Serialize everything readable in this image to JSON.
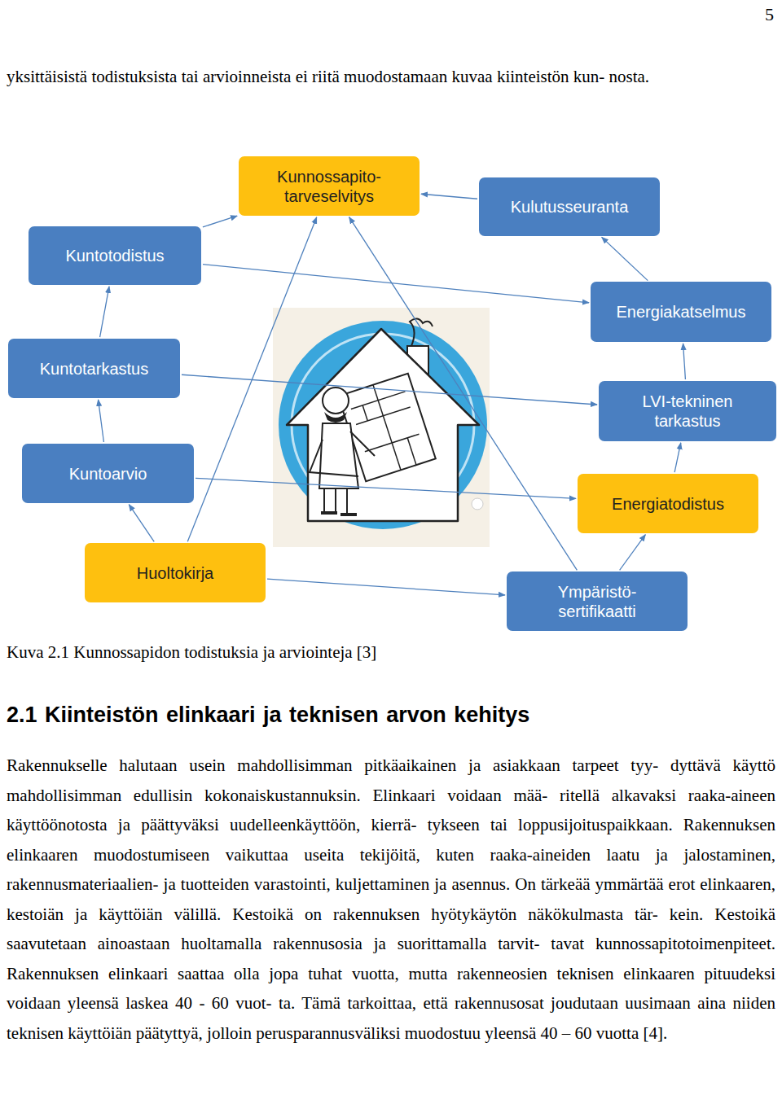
{
  "diagram": {
    "caption": "Kuva 2.1 Kunnossapidon todistuksia ja arviointeja [3]",
    "nodes": [
      {
        "text": [
          "Kunnossapito- tarveselvitys"
        ]
      },
      {
        "text": [
          "Kulutusseuranta"
        ]
      },
      {
        "text": [
          "Kuntotodistus"
        ]
      },
      {
        "text": [
          "Energiakatselmus"
        ]
      },
      {
        "text": [
          "Kuntotarkastus"
        ]
      },
      {
        "text": [
          "LVI-tekninen tarkastus"
        ]
      },
      {
        "text": [
          "Kuntoarvio"
        ]
      },
      {
        "text": [
          "Energiatodistus"
        ]
      },
      {
        "text": [
          "Huoltokirja"
        ]
      },
      {
        "text": [
          "Ympäristö- sertifikaatti"
        ]
      }
    ],
    "edges": [
      {
        "from": 2,
        "to": 0,
        "arrow": "to"
      },
      {
        "from": 1,
        "to": 0,
        "arrow": "to"
      },
      {
        "from": 3,
        "to": 1,
        "arrow": "to"
      },
      {
        "from": 4,
        "to": 2,
        "arrow": "to"
      },
      {
        "from": 6,
        "to": 4,
        "arrow": "to"
      },
      {
        "from": 8,
        "to": 6,
        "arrow": "to"
      },
      {
        "from": 5,
        "to": 3,
        "arrow": "to"
      },
      {
        "from": 7,
        "to": 5,
        "arrow": "to"
      },
      {
        "from": 9,
        "to": 7,
        "arrow": "to"
      },
      {
        "from": 2,
        "to": 3,
        "arrow": "to"
      },
      {
        "from": 4,
        "to": 5,
        "arrow": "to"
      },
      {
        "from": 6,
        "to": 7,
        "arrow": "to"
      },
      {
        "from": 8,
        "to": 9,
        "arrow": "to"
      },
      {
        "from": 8,
        "to": 0,
        "arrow": "to"
      },
      {
        "from": 9,
        "to": 0,
        "arrow": "to"
      }
    ],
    "labels": [
      "5",
      "yksittäisistä todistuksista tai arvioinneista ei riitä muodostamaan kuvaa kiinteistön kun- nosta.",
      "2.1 Kiinteistön elinkaari ja teknisen arvon kehitys",
      "Rakennukselle halutaan usein mahdollisimman pitkäaikainen ja asiakkaan tarpeet tyy- dyttävä käyttö mahdollisimman edullisin kokonaiskustannuksin. Elinkaari voidaan mää- ritellä alkavaksi raaka-aineen käyttöönotosta ja päättyväksi uudelleenkäyttöön, kierrä- tykseen tai loppusijoituspaikkaan. Rakennuksen elinkaaren muodostumiseen vaikuttaa useita tekijöitä, kuten raaka-aineiden laatu ja jalostaminen, rakennusmateriaalien- ja tuotteiden varastointi, kuljettaminen ja asennus. On tärkeää ymmärtää erot elinkaaren, kestoiän ja käyttöiän välillä. Kestoikä on rakennuksen hyötykäytön näkökulmasta tär- kein. Kestoikä saavutetaan ainoastaan huoltamalla rakennusosia ja suorittamalla tarvit- tavat kunnossapitotoimenpiteet. Rakennuksen elinkaari saattaa olla jopa tuhat vuotta, mutta rakenneosien teknisen elinkaaren pituudeksi voidaan yleensä laskea 40 - 60 vuot- ta. Tämä tarkoittaa, että rakennusosat joudutaan uusimaan aina niiden teknisen käyttöiän päätyttyä, jolloin perusparannusväliksi muodostuu yleensä 40 – 60 vuotta [4]."
    ]
  }
}
